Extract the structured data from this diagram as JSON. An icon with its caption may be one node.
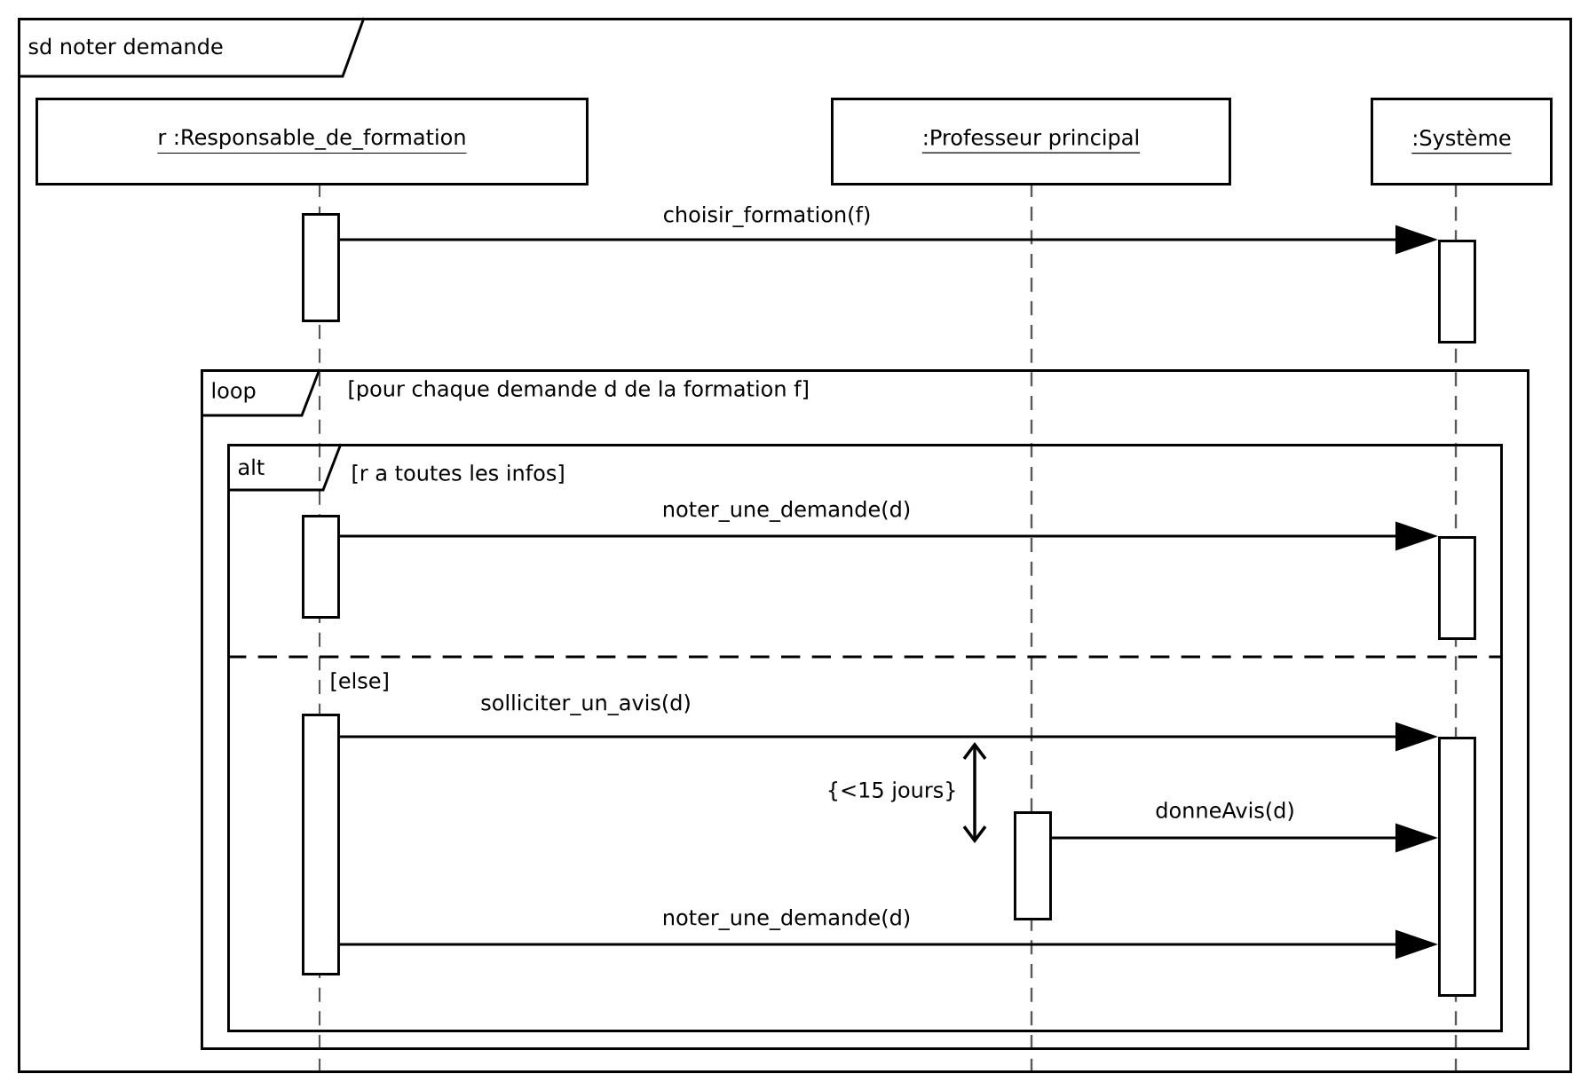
{
  "diagram": {
    "nodes": [
      {
        "text": [
          "sd noter demande"
        ]
      },
      {
        "text": [
          "r :Responsable_de_formation"
        ],
        "in": 0
      },
      {
        "text": [
          ":Professeur principal"
        ],
        "in": 0
      },
      {
        "text": [
          ":Système"
        ],
        "in": 0
      },
      {
        "text": [],
        "shape": "bar",
        "in": 0
      },
      {
        "text": [],
        "shape": "bar",
        "in": 0
      },
      {
        "text": [
          "loop",
          "[pour chaque demande d de la formation f]"
        ],
        "in": 0
      },
      {
        "text": [
          "alt",
          "[r a toutes les infos]",
          "[else]"
        ],
        "in": 6
      },
      {
        "text": [],
        "shape": "bar",
        "in": 7
      },
      {
        "text": [],
        "shape": "bar",
        "in": 7
      },
      {
        "text": [],
        "shape": "bar",
        "in": 7
      },
      {
        "text": [],
        "shape": "bar",
        "in": 7
      },
      {
        "text": [],
        "shape": "bar",
        "in": 7
      }
    ],
    "edges": [
      {
        "from": 4,
        "to": 5,
        "arrow": "to",
        "label": "choisir_formation(f)"
      },
      {
        "from": 8,
        "to": 9,
        "arrow": "to",
        "label": "noter_une_demande(d)"
      },
      {
        "from": 10,
        "to": 12,
        "arrow": "to",
        "label": "solliciter_un_avis(d)"
      },
      {
        "from": 11,
        "to": 12,
        "arrow": "to",
        "label": "donneAvis(d)"
      },
      {
        "from": 10,
        "to": 12,
        "arrow": "to",
        "label": "noter_une_demande(d)"
      }
    ],
    "labels": [
      "{<15 jours}"
    ]
  }
}
